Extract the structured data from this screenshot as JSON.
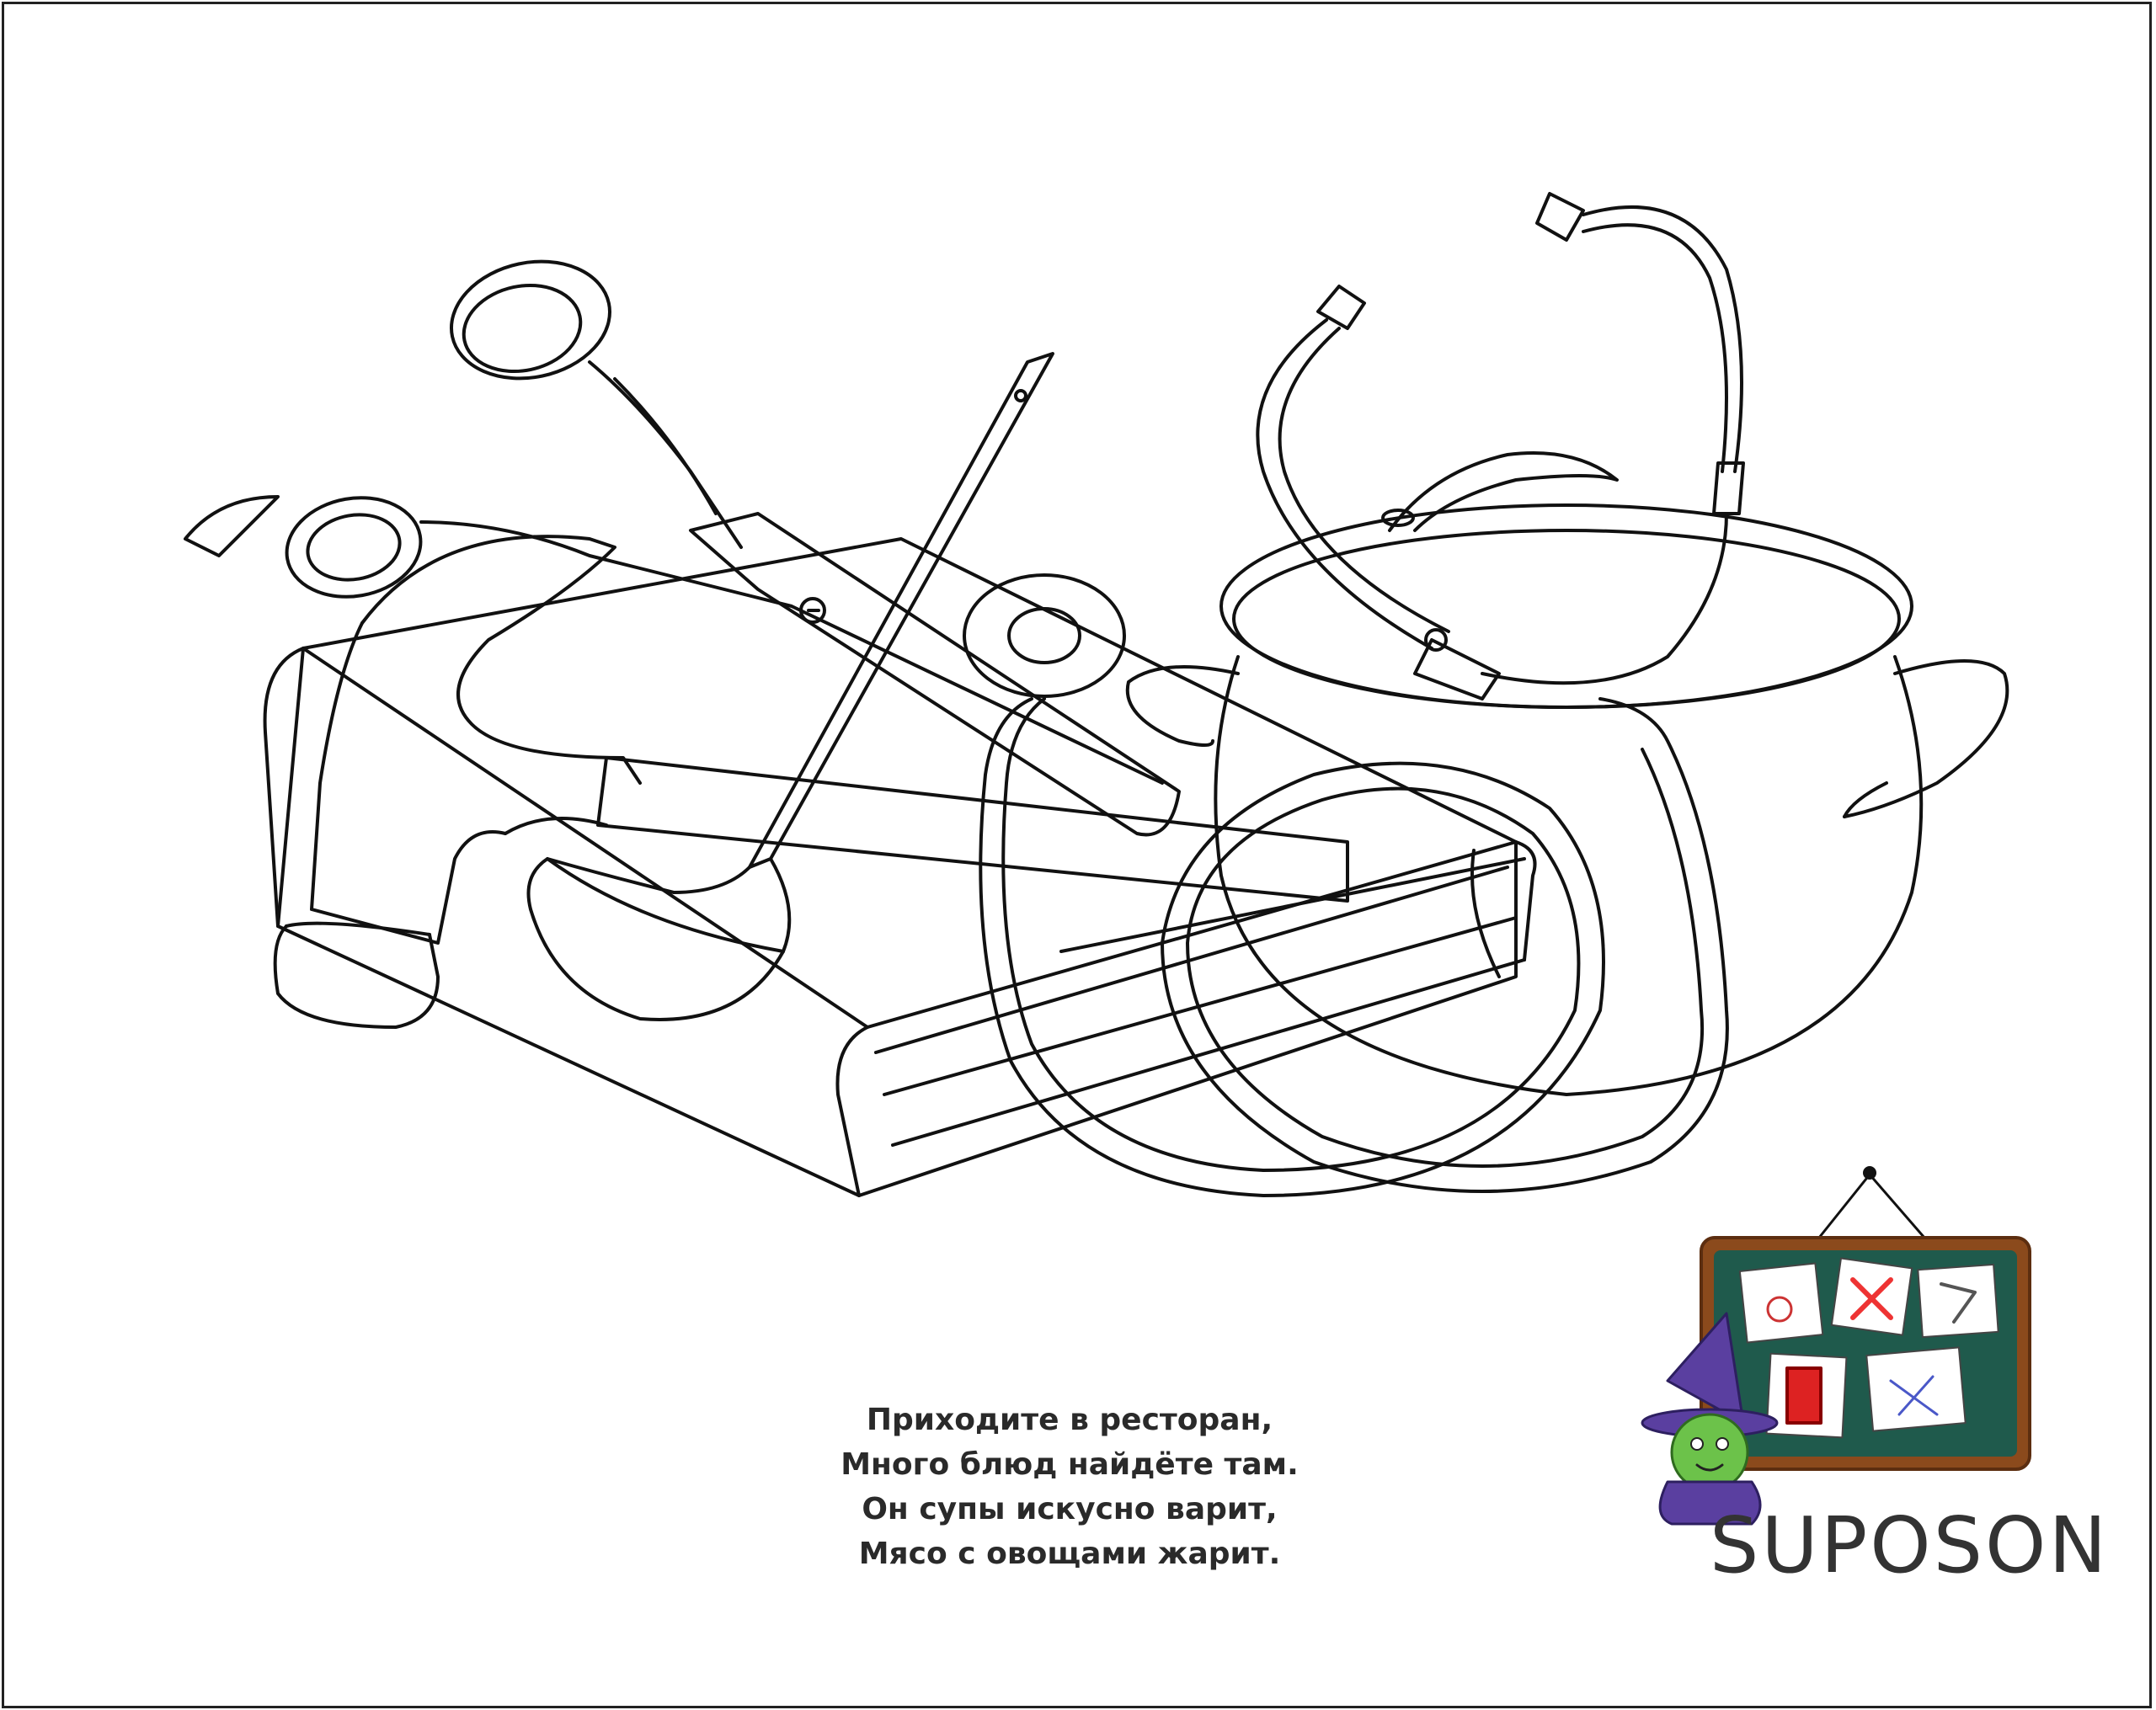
{
  "poem": {
    "lines": [
      "Приходите в ресторан,",
      "Много блюд найдёте там.",
      "Он супы искусно варит,",
      "Мясо с овощами жарит."
    ]
  },
  "logo": {
    "text": "SUPOSON"
  },
  "illustration": {
    "objects": [
      "scissors",
      "ladle",
      "stethoscope",
      "cooking-pot",
      "book",
      "hammer"
    ]
  },
  "colors": {
    "line": "#111111",
    "board_frame": "#8b4a1c",
    "board_surface": "#1f5a4c",
    "wizard_hat": "#5a3fa0",
    "wizard_face": "#6cc24a"
  }
}
